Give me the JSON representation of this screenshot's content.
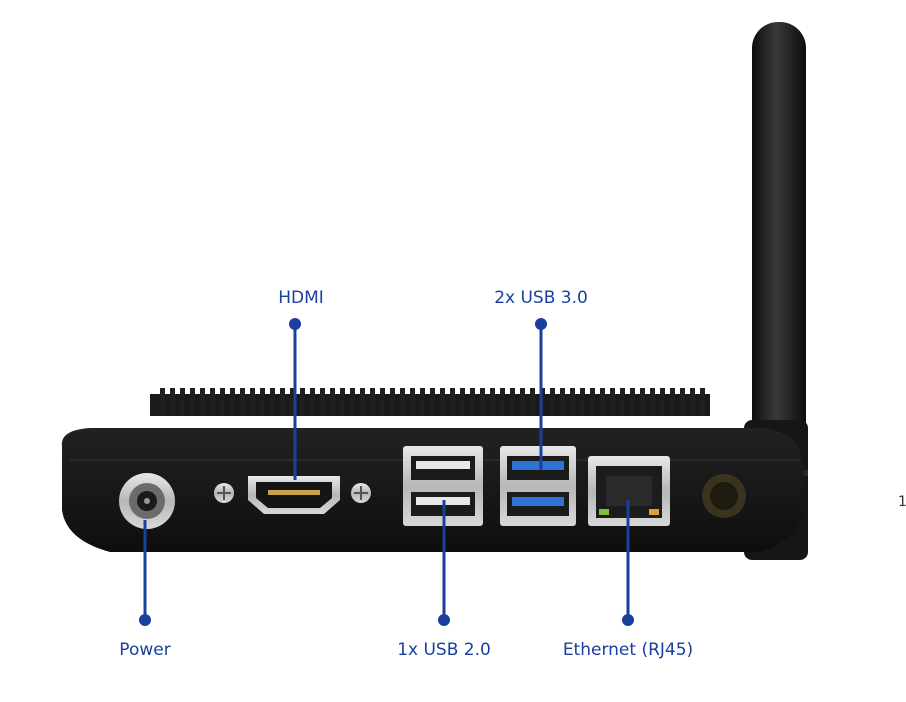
{
  "colors": {
    "label": "#1a3f9c",
    "leader": "#1a3f9c",
    "device": "#151515",
    "antenna": "#1c1c1c",
    "usb3_blue": "#2f73d6",
    "background": "#ffffff"
  },
  "labels": {
    "hdmi": "HDMI",
    "usb3": "2x USB 3.0",
    "power": "Power",
    "usb2": "1x USB 2.0",
    "ethernet": "Ethernet (RJ45)"
  },
  "edge_text": "1"
}
